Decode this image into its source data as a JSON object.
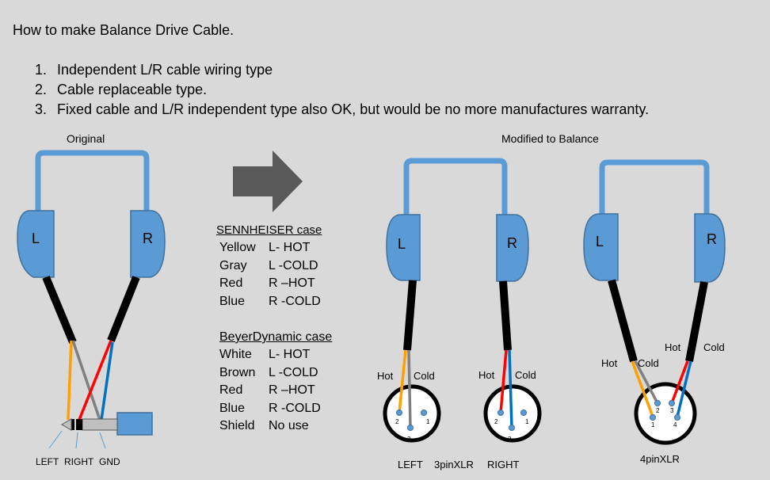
{
  "title": "How to make Balance Drive Cable.",
  "steps": [
    {
      "num": "1.",
      "text": "Independent L/R cable wiring type"
    },
    {
      "num": "2.",
      "text": "Cable  replaceable type."
    },
    {
      "num": "3.",
      "text": "Fixed cable  and L/R independent type also OK, but  would be no more manufactures warranty."
    }
  ],
  "labels": {
    "original": "Original",
    "modified": "Modified to Balance",
    "left_cup": "L",
    "right_cup": "R",
    "plug_left": "LEFT",
    "plug_right": "RIGHT",
    "plug_gnd": "GND",
    "hot": "Hot",
    "cold": "Cold",
    "xlr3_left": "LEFT",
    "xlr3_name": "3pinXLR",
    "xlr3_right": "RIGHT",
    "xlr4_name": "4pinXLR"
  },
  "pins": {
    "one": "1",
    "two": "2",
    "three": "3",
    "four": "4"
  },
  "sennheiser": {
    "header": "SENNHEISER case",
    "rows": [
      {
        "color": "Yellow",
        "signal": "L- HOT"
      },
      {
        "color": "Gray",
        "signal": "L -COLD"
      },
      {
        "color": "Red",
        "signal": "R –HOT"
      },
      {
        "color": "Blue",
        "signal": "R -COLD"
      }
    ]
  },
  "beyer": {
    "header": "BeyerDynamic case",
    "rows": [
      {
        "color": "White",
        "signal": "L- HOT"
      },
      {
        "color": "Brown",
        "signal": "L -COLD"
      },
      {
        "color": "Red",
        "signal": "R –HOT"
      },
      {
        "color": "Blue",
        "signal": "R -COLD"
      },
      {
        "color": "Shield",
        "signal": "No use"
      }
    ]
  },
  "colors": {
    "background": "#d9d9d9",
    "cup_fill": "#5b9bd5",
    "cup_stroke": "#41719c",
    "arrow": "#595959",
    "wire_yellow": "#ffa000",
    "wire_gray": "#808080",
    "wire_red": "#ff0000",
    "wire_blue": "#0070c0",
    "cable": "#000000"
  }
}
